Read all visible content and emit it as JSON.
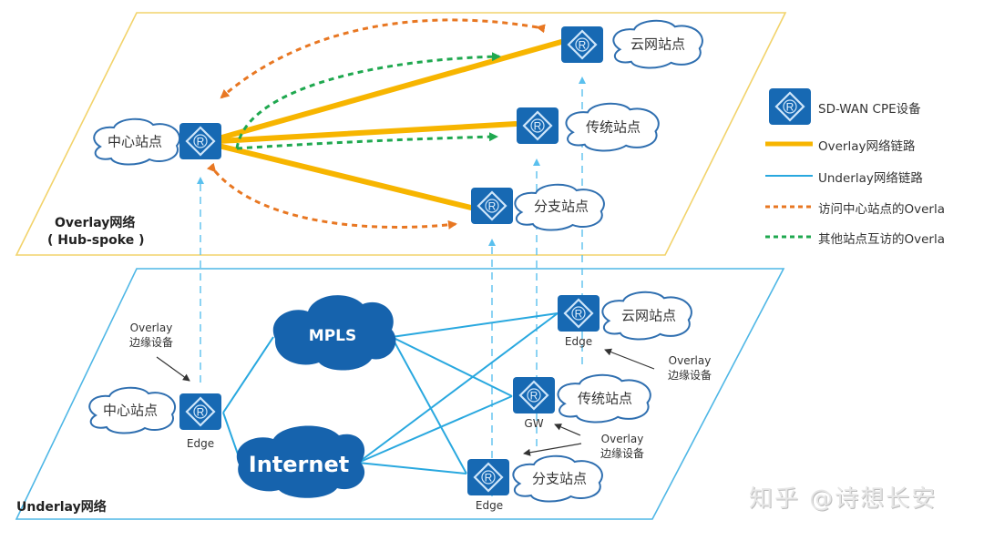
{
  "colors": {
    "device_fill": "#1769b3",
    "cloud_stroke": "#2f6fb0",
    "solid_cloud_fill": "#1663ad",
    "overlay_link": "#f7b500",
    "underlay_link": "#29a8df",
    "orange_dashed": "#e87722",
    "green_dashed": "#1fa84f",
    "overlay_plane_border": "#f2d36b",
    "underlay_plane_border": "#4fb7e6",
    "projection_dashed": "#5ac0ee"
  },
  "overlay_plane": {
    "title": "Overlay网络",
    "subtitle": "( Hub-spoke )",
    "sites": [
      {
        "id": "hub",
        "label": "中心站点"
      },
      {
        "id": "cloud",
        "label": "云网站点"
      },
      {
        "id": "legacy",
        "label": "传统站点"
      },
      {
        "id": "branch",
        "label": "分支站点"
      }
    ]
  },
  "underlay_plane": {
    "title": "Underlay网络",
    "transport_clouds": [
      {
        "id": "mpls",
        "label": "MPLS"
      },
      {
        "id": "internet",
        "label": "Internet"
      }
    ],
    "sites": [
      {
        "id": "hub",
        "label": "中心站点",
        "device_role": "Edge"
      },
      {
        "id": "cloud",
        "label": "云网站点",
        "device_role": "Edge"
      },
      {
        "id": "legacy",
        "label": "传统站点",
        "device_role": "GW"
      },
      {
        "id": "branch",
        "label": "分支站点",
        "device_role": "Edge"
      }
    ],
    "annotations": [
      {
        "id": "hub-edge-note",
        "text": "Overlay\n边缘设备"
      },
      {
        "id": "cloud-edge-note",
        "text": "Overlay\n边缘设备"
      },
      {
        "id": "gw-branch-note",
        "text": "Overlay\n边缘设备"
      }
    ]
  },
  "legend": {
    "items": [
      {
        "id": "cpe",
        "label": "SD-WAN CPE设备",
        "icon": "router-icon"
      },
      {
        "id": "overlay-link",
        "label": "Overlay网络链路",
        "icon": "thick-yellow-line"
      },
      {
        "id": "underlay-link",
        "label": "Underlay网络链路",
        "icon": "thin-blue-line"
      },
      {
        "id": "hub-access",
        "label": "访问中心站点的Overla",
        "icon": "orange-dashed-line"
      },
      {
        "id": "site-to-site",
        "label": "其他站点互访的Overla",
        "icon": "green-dashed-line"
      }
    ]
  },
  "device_glyph": "R",
  "watermark": "知乎 @诗想长安"
}
